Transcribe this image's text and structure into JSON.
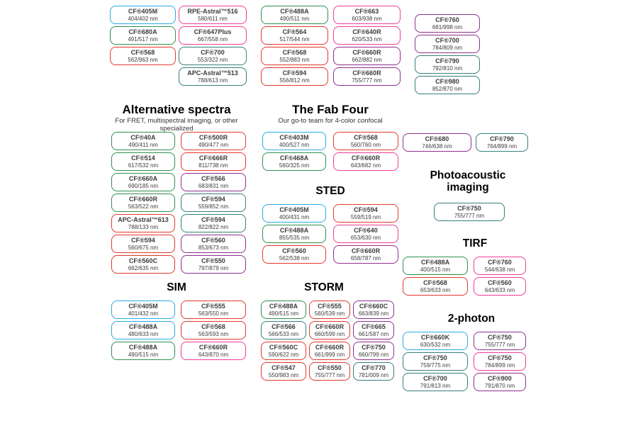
{
  "palette": {
    "blue": "#29abe2",
    "green": "#2f8f4f",
    "red": "#e2382e",
    "pink": "#ee3d96",
    "purple": "#8e2f8e",
    "teal": "#35807a"
  },
  "sections": {
    "top_group": {
      "columns": [
        [
          {
            "name": "CF®405M",
            "value": "404/402 nm",
            "color": "blue"
          },
          {
            "name": "CF®680A",
            "value": "491/517 nm",
            "color": "green"
          },
          {
            "name": "CF®568",
            "value": "562/963 nm",
            "color": "red"
          }
        ],
        [
          {
            "name": "RPE-Astral™516",
            "value": "580/611 nm",
            "color": "pink"
          },
          {
            "name": "CF®647Plus",
            "value": "667/558 nm",
            "color": "pink"
          },
          {
            "name": "CF®700",
            "value": "553/322 nm",
            "color": "teal"
          },
          {
            "name": "APC-Astral™513",
            "value": "788/613 nm",
            "color": "teal"
          }
        ],
        [
          {
            "name": "CF®488A",
            "value": "490/511 nm",
            "color": "green"
          },
          {
            "name": "CF®564",
            "value": "517/544 nm",
            "color": "red"
          },
          {
            "name": "CF®568",
            "value": "552/883 nm",
            "color": "red"
          },
          {
            "name": "CF®594",
            "value": "556/812 nm",
            "color": "red"
          }
        ],
        [
          {
            "name": "CF®663",
            "value": "603/938 nm",
            "color": "pink"
          },
          {
            "name": "CF®640R",
            "value": "620/533 nm",
            "color": "pink"
          },
          {
            "name": "CF®660R",
            "value": "662/882 nm",
            "color": "purple"
          },
          {
            "name": "CF®660R",
            "value": "755/777 nm",
            "color": "purple"
          }
        ],
        [
          {
            "name": "CF®760",
            "value": "681/998 nm",
            "color": "purple"
          },
          {
            "name": "CF®700",
            "value": "784/809 nm",
            "color": "purple"
          },
          {
            "name": "CF®790",
            "value": "792/810 nm",
            "color": "teal"
          },
          {
            "name": "CF®980",
            "value": "852/870 nm",
            "color": "teal"
          }
        ]
      ]
    },
    "alternative_spectra": {
      "title": "Alternative spectra",
      "subtitle": "For FRET, multispectral imaging, or other specialized",
      "columns": [
        [
          {
            "name": "CF®40A",
            "value": "490/411 nm",
            "color": "green"
          },
          {
            "name": "CF®514",
            "value": "617/532 nm",
            "color": "green"
          },
          {
            "name": "CF®660A",
            "value": "690/185 nm",
            "color": "green"
          },
          {
            "name": "CF®660R",
            "value": "563/522 nm",
            "color": "green"
          },
          {
            "name": "APC-Astral™613",
            "value": "788/133 nm",
            "color": "red"
          },
          {
            "name": "CF®594",
            "value": "560/675 nm",
            "color": "red"
          },
          {
            "name": "CF®560C",
            "value": "662/635 nm",
            "color": "red"
          }
        ],
        [
          {
            "name": "CF®500R",
            "value": "490/477 nm",
            "color": "red"
          },
          {
            "name": "CF®666R",
            "value": "811/738 nm",
            "color": "red"
          },
          {
            "name": "CF®566",
            "value": "683/831 nm",
            "color": "purple"
          },
          {
            "name": "CF®594",
            "value": "559/852 nm",
            "color": "teal"
          },
          {
            "name": "CF®594",
            "value": "822/822 nm",
            "color": "teal"
          },
          {
            "name": "CF®560",
            "value": "853/673 nm",
            "color": "purple"
          },
          {
            "name": "CF®550",
            "value": "797/879 nm",
            "color": "purple"
          }
        ]
      ]
    },
    "fab_four": {
      "title": "The Fab Four",
      "subtitle": "Our go-to team for 4-color confocal",
      "columns": [
        [
          {
            "name": "CF®403M",
            "value": "400/527 nm",
            "color": "blue"
          },
          {
            "name": "CF®468A",
            "value": "560/325 nm",
            "color": "green"
          }
        ],
        [
          {
            "name": "CF®568",
            "value": "560/760 nm",
            "color": "red"
          },
          {
            "name": "CF®660R",
            "value": "643/682 nm",
            "color": "pink"
          }
        ]
      ]
    },
    "sted": {
      "title": "STED",
      "columns": [
        [
          {
            "name": "CF®405M",
            "value": "400/431 nm",
            "color": "blue"
          },
          {
            "name": "CF®488A",
            "value": "855/535 nm",
            "color": "green"
          },
          {
            "name": "CF®560",
            "value": "562/538 nm",
            "color": "red"
          }
        ],
        [
          {
            "name": "CF®594",
            "value": "559/519 nm",
            "color": "red"
          },
          {
            "name": "CF®640",
            "value": "653/630 nm",
            "color": "pink"
          },
          {
            "name": "CF®660R",
            "value": "658/787 nm",
            "color": "purple"
          }
        ]
      ]
    },
    "sim": {
      "title": "SIM",
      "columns": [
        [
          {
            "name": "CF®405M",
            "value": "401/432 nm",
            "color": "blue"
          },
          {
            "name": "CF®488A",
            "value": "480/633 nm",
            "color": "blue"
          },
          {
            "name": "CF®488A",
            "value": "490/515 nm",
            "color": "green"
          }
        ],
        [
          {
            "name": "CF®555",
            "value": "563/550 nm",
            "color": "red"
          },
          {
            "name": "CF®568",
            "value": "563/593 nm",
            "color": "red"
          },
          {
            "name": "CF®660R",
            "value": "643/870 nm",
            "color": "pink"
          }
        ]
      ]
    },
    "storm": {
      "title": "STORM",
      "columns": [
        [
          {
            "name": "CF®488A",
            "value": "490/515 nm",
            "color": "green"
          },
          {
            "name": "CF®566",
            "value": "566/533 nm",
            "color": "teal"
          },
          {
            "name": "CF®560C",
            "value": "590/622 nm",
            "color": "red"
          },
          {
            "name": "CF®547",
            "value": "550/983 nm",
            "color": "red"
          }
        ],
        [
          {
            "name": "CF®555",
            "value": "560/539 nm",
            "color": "red"
          },
          {
            "name": "CF®660R",
            "value": "660/599 nm",
            "color": "red"
          },
          {
            "name": "CF®660R",
            "value": "661/999 nm",
            "color": "red"
          },
          {
            "name": "CF®550",
            "value": "755/777 nm",
            "color": "red"
          }
        ],
        [
          {
            "name": "CF®660C",
            "value": "663/839 nm",
            "color": "purple"
          },
          {
            "name": "CF®665",
            "value": "661/587 nm",
            "color": "purple"
          },
          {
            "name": "CF®750",
            "value": "660/799 nm",
            "color": "purple"
          },
          {
            "name": "CF®770",
            "value": "781/009 nm",
            "color": "teal"
          }
        ]
      ]
    },
    "nir_pair": {
      "columns": [
        [
          {
            "name": "CF®680",
            "value": "746/638 nm",
            "color": "purple"
          }
        ],
        [
          {
            "name": "CF®790",
            "value": "764/899 nm",
            "color": "teal"
          }
        ]
      ]
    },
    "photoacoustic": {
      "title": "Photoacoustic imaging",
      "columns": [
        [
          {
            "name": "CF®750",
            "value": "755/777 nm",
            "color": "teal"
          }
        ]
      ]
    },
    "tirf": {
      "title": "TIRF",
      "columns": [
        [
          {
            "name": "CF®488A",
            "value": "400/515 nm",
            "color": "green"
          },
          {
            "name": "CF®568",
            "value": "653/633 nm",
            "color": "red"
          }
        ],
        [
          {
            "name": "CF®760",
            "value": "544/638 nm",
            "color": "pink"
          },
          {
            "name": "CF®560",
            "value": "643/633 nm",
            "color": "pink"
          }
        ]
      ]
    },
    "two_photon": {
      "title": "2-photon",
      "columns": [
        [
          {
            "name": "CF®660K",
            "value": "630/532 nm",
            "color": "blue"
          },
          {
            "name": "CF®750",
            "value": "759/775 nm",
            "color": "teal"
          },
          {
            "name": "CF®700",
            "value": "791/813 nm",
            "color": "teal"
          }
        ],
        [
          {
            "name": "CF®750",
            "value": "755/777 nm",
            "color": "purple"
          },
          {
            "name": "CF®750",
            "value": "784/899 nm",
            "color": "pink"
          },
          {
            "name": "CF®900",
            "value": "791/870 nm",
            "color": "purple"
          }
        ]
      ]
    }
  }
}
